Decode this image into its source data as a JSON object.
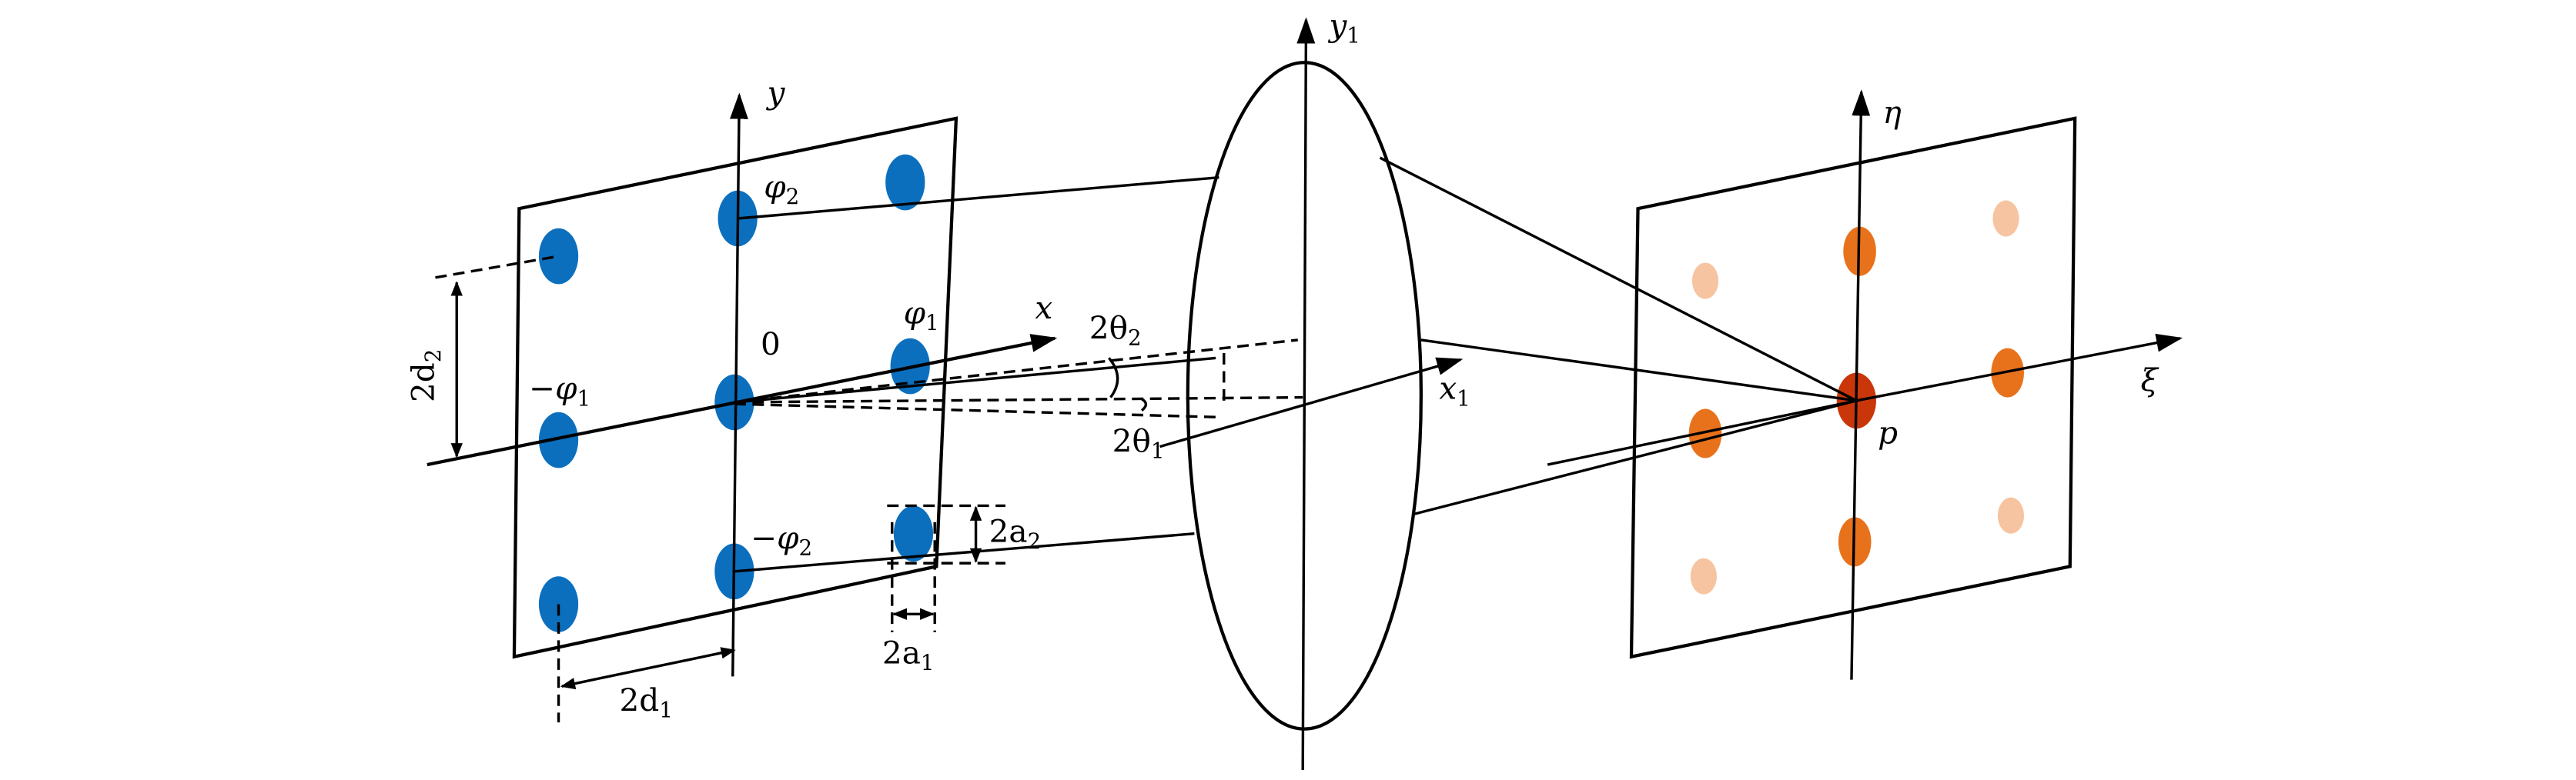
{
  "figure": {
    "description": "Optical setup: input grating plane with 3x3 spot array, lens, and output Fourier plane with diffraction orders",
    "colors": {
      "input_spot": "#0b6fbe",
      "order_center": "#c9360a",
      "order_first": "#e8721c",
      "order_second": "#f6c4a0",
      "line": "#000000"
    },
    "input_plane": {
      "axis_y_label": "y",
      "axis_x_label": "x",
      "origin_label": "0",
      "phase_labels": {
        "phi2": "φ",
        "phi2_sub": "2",
        "phi1": "φ",
        "phi1_sub": "1",
        "neg_phi1": "−φ",
        "neg_phi1_sub": "1",
        "neg_phi2": "−φ",
        "neg_phi2_sub": "2"
      },
      "dimension_labels": {
        "d2": "2d",
        "d2_sub": "2",
        "d1": "2d",
        "d1_sub": "1",
        "a2": "2a",
        "a2_sub": "2",
        "a1": "2a",
        "a1_sub": "1"
      },
      "spot_count": 9
    },
    "angles": {
      "theta2": "2θ",
      "theta2_sub": "2",
      "theta1": "2θ",
      "theta1_sub": "1"
    },
    "lens": {
      "axis_y_label": "y",
      "axis_y_sub": "1",
      "axis_x_label": "x",
      "axis_x_sub": "1"
    },
    "output_plane": {
      "axis_eta_label": "η",
      "axis_xi_label": "ξ",
      "focus_label": "p",
      "spots": [
        {
          "order": "second",
          "intensity": "light"
        },
        {
          "order": "first",
          "intensity": "medium"
        },
        {
          "order": "second",
          "intensity": "light"
        },
        {
          "order": "first",
          "intensity": "medium"
        },
        {
          "order": "zero",
          "intensity": "strong"
        },
        {
          "order": "first",
          "intensity": "medium"
        },
        {
          "order": "second",
          "intensity": "light"
        },
        {
          "order": "first",
          "intensity": "medium"
        },
        {
          "order": "second",
          "intensity": "light"
        }
      ]
    }
  }
}
